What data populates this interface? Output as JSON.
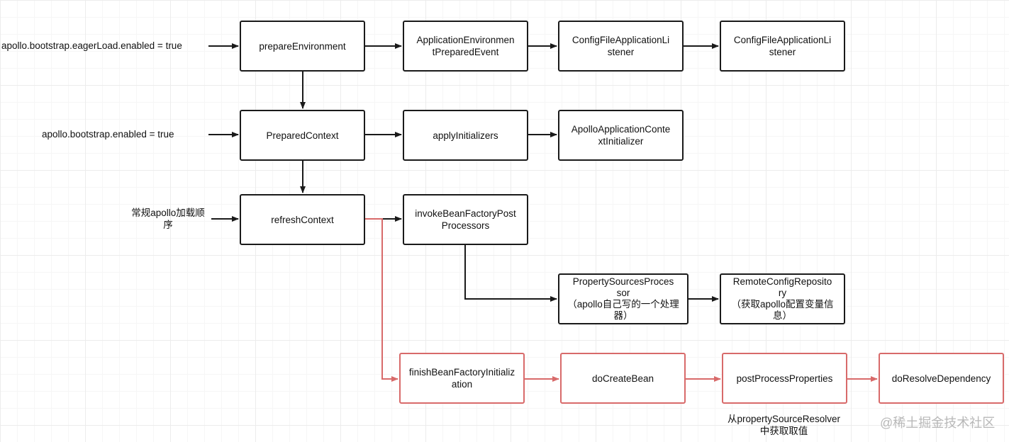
{
  "nodes": {
    "prepare_environment": "prepareEnvironment",
    "application_environment_prepared_event": "ApplicationEnvironmen\ntPreparedEvent",
    "config_file_application_listener_1": "ConfigFileApplicationLi\nstener",
    "config_file_application_listener_2": "ConfigFileApplicationLi\nstener",
    "prepared_context": "PreparedContext",
    "apply_initializers": "applyInitializers",
    "apollo_application_context_initializer": "ApolloApplicationConte\nxtInitializer",
    "refresh_context": "refreshContext",
    "invoke_bean_factory_post_processors": "invokeBeanFactoryPost\nProcessors",
    "property_sources_processor": "PropertySourcesProces\nsor\n（apollo自己写的一个处理\n器）",
    "remote_config_repository": "RemoteConfigReposito\nry\n（获取apollo配置变量信\n息）",
    "finish_bean_factory_initialization": "finishBeanFactoryInitializ\nation",
    "do_create_bean": "doCreateBean",
    "post_process_properties": "postProcessProperties",
    "do_resolve_dependency": "doResolveDependency"
  },
  "labels": {
    "eager_load": "apollo.bootstrap.eagerLoad.enabled = true",
    "bootstrap_enabled": "apollo.bootstrap.enabled = true",
    "normal_order": "常规apollo加载顺\n序",
    "resolver_note": "从propertySourceResolver\n中获取取值"
  },
  "watermark": "@稀土掘金技术社区",
  "colors": {
    "black_stroke": "#1a1a1a",
    "red_stroke": "#d86a6a"
  }
}
